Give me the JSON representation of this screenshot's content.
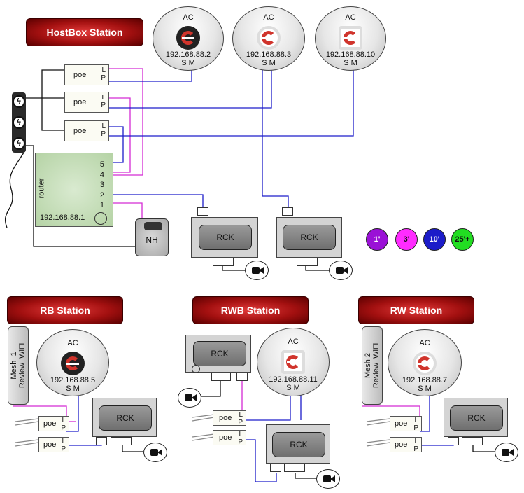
{
  "stations": {
    "hostbox": "HostBox Station",
    "rb": "RB Station",
    "rwb": "RWB Station",
    "rw": "RW Station"
  },
  "ac": {
    "label": "AC",
    "sm": "S M",
    "ips": [
      "192.168.88.2",
      "192.168.88.3",
      "192.168.88.10",
      "192.168.88.5",
      "192.168.88.11",
      "192.168.88.7"
    ]
  },
  "poe": {
    "label": "poe",
    "l": "L",
    "p": "P"
  },
  "router": {
    "label": "router",
    "ip": "192.168.88.1",
    "ports": [
      "5",
      "4",
      "3",
      "2",
      "1"
    ]
  },
  "nh": "NH",
  "rck": "RCK",
  "mesh": {
    "rb": "Mesh  1\nReview  WiFi",
    "rw": "Mesh 2\nReview  WiFi"
  },
  "legend": [
    {
      "label": "1'",
      "color": "#9a11d6"
    },
    {
      "label": "3'",
      "color": "#ff2bff"
    },
    {
      "label": "10'",
      "color": "#1c1cc9"
    },
    {
      "label": "25'+",
      "color": "#22dd22"
    }
  ],
  "wire_colors": {
    "short": "#9a11d6",
    "medium": "#d42ad4",
    "long": "#1c1cc9"
  }
}
